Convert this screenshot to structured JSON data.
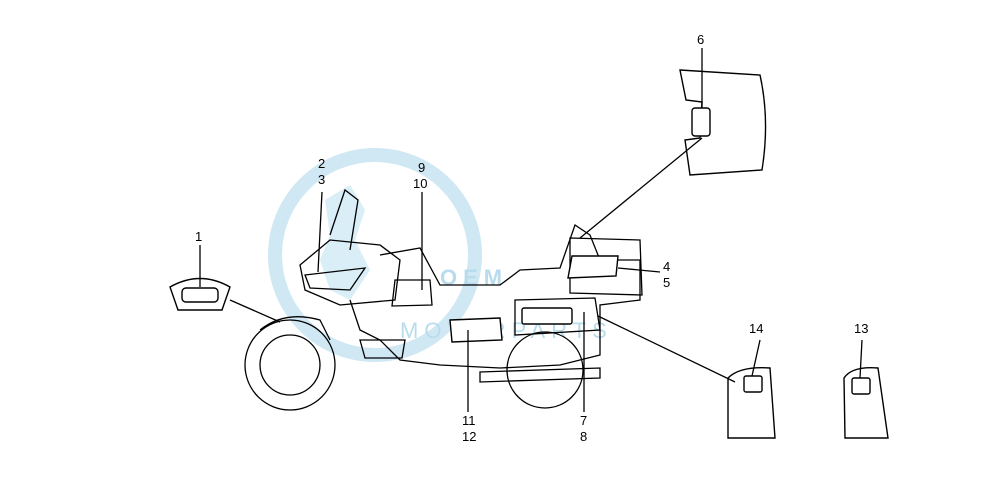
{
  "watermark": {
    "brand": "OEM",
    "tagline": "MOTORPARTS",
    "color": "#cfe8f3"
  },
  "callouts": [
    {
      "id": "1",
      "text": "1"
    },
    {
      "id": "2",
      "text": "2"
    },
    {
      "id": "3",
      "text": "3"
    },
    {
      "id": "4",
      "text": "4"
    },
    {
      "id": "5",
      "text": "5"
    },
    {
      "id": "6",
      "text": "6"
    },
    {
      "id": "7",
      "text": "7"
    },
    {
      "id": "8",
      "text": "8"
    },
    {
      "id": "9",
      "text": "9"
    },
    {
      "id": "10",
      "text": "10"
    },
    {
      "id": "11",
      "text": "11"
    },
    {
      "id": "12",
      "text": "12"
    },
    {
      "id": "13",
      "text": "13"
    },
    {
      "id": "14",
      "text": "14"
    }
  ]
}
